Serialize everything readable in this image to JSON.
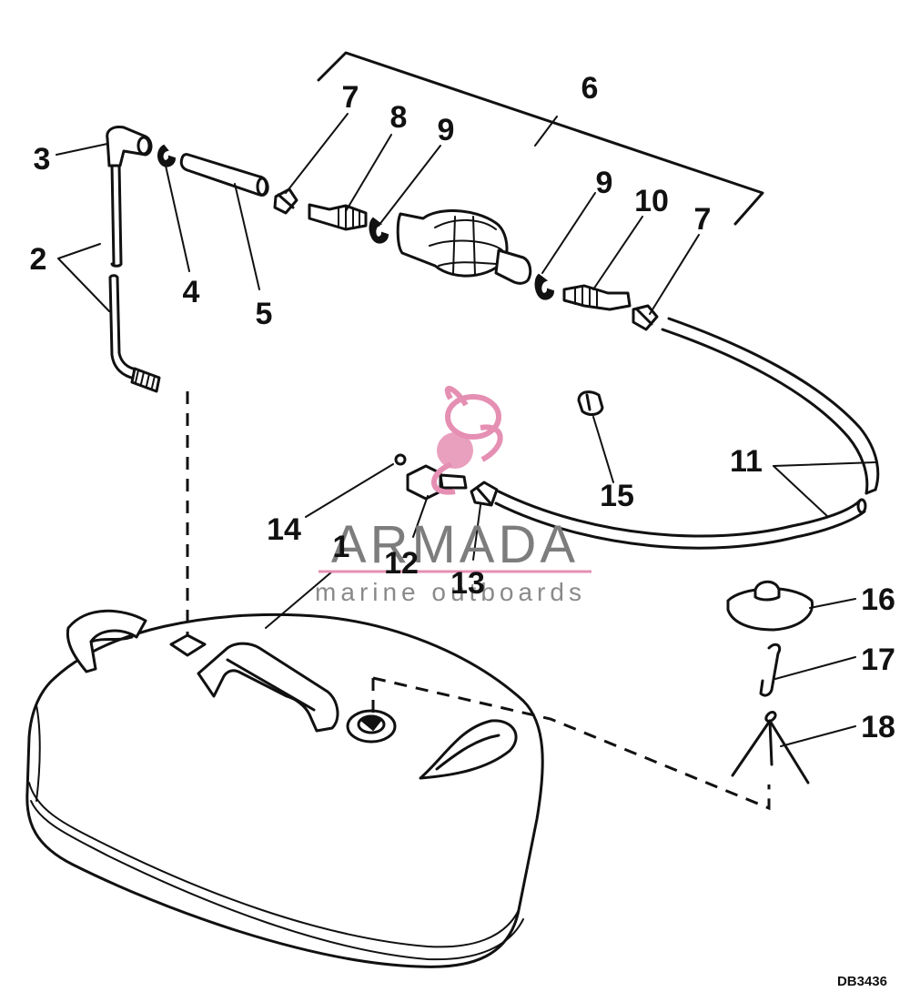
{
  "callouts": {
    "c1": "1",
    "c2": "2",
    "c3": "3",
    "c4": "4",
    "c5": "5",
    "c6": "6",
    "c7a": "7",
    "c7b": "7",
    "c8": "8",
    "c9a": "9",
    "c9b": "9",
    "c10": "10",
    "c11": "11",
    "c12": "12",
    "c13": "13",
    "c14": "14",
    "c15": "15",
    "c16": "16",
    "c17": "17",
    "c18": "18"
  },
  "watermark": {
    "title": "ARMADA",
    "subtitle": "marine outboards",
    "colors": {
      "propeller": "#e58fb3",
      "text": "#7d7d7d",
      "underline": "#e58fb3"
    }
  },
  "drawing_code": "DB3436",
  "colors": {
    "ink": "#111111",
    "background": "#ffffff"
  }
}
